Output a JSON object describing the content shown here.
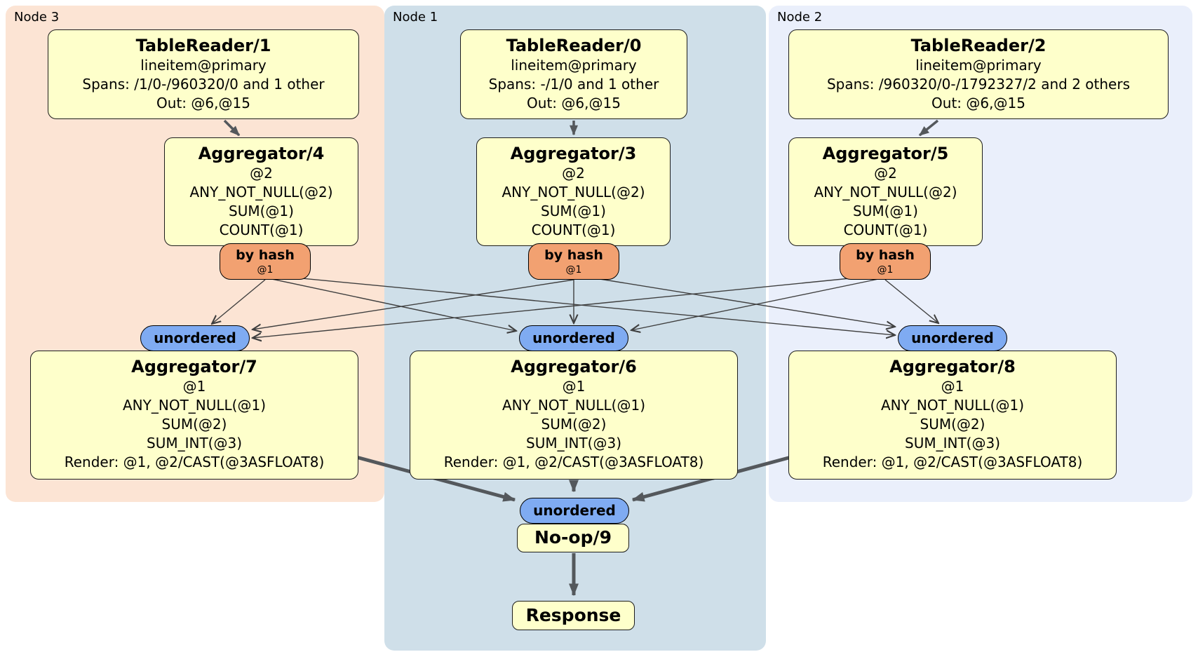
{
  "colors": {
    "node3_bg": "#fce4d4",
    "node1_bg": "#cfdfe9",
    "node2_bg": "#eaeffb",
    "processor_box_bg": "#feffcb",
    "hash_router_pill_bg": "#f2a171",
    "stream_pill_bg": "#7fabf2",
    "edge_color": "#54585c"
  },
  "regions": [
    {
      "label": "Node 3"
    },
    {
      "label": "Node 1"
    },
    {
      "label": "Node 2"
    }
  ],
  "pills": {
    "by_hash": "by hash",
    "by_hash_key": "@1",
    "unordered": "unordered"
  },
  "boxes": {
    "tr1": {
      "title": "TableReader/1",
      "lines": [
        "lineitem@primary",
        "Spans: /1/0-/960320/0 and 1 other",
        "Out: @6,@15"
      ]
    },
    "tr0": {
      "title": "TableReader/0",
      "lines": [
        "lineitem@primary",
        "Spans: -/1/0 and 1 other",
        "Out: @6,@15"
      ]
    },
    "tr2": {
      "title": "TableReader/2",
      "lines": [
        "lineitem@primary",
        "Spans: /960320/0-/1792327/2 and 2 others",
        "Out: @6,@15"
      ]
    },
    "agg4": {
      "title": "Aggregator/4",
      "lines": [
        "@2",
        "ANY_NOT_NULL(@2)",
        "SUM(@1)",
        "COUNT(@1)"
      ]
    },
    "agg3": {
      "title": "Aggregator/3",
      "lines": [
        "@2",
        "ANY_NOT_NULL(@2)",
        "SUM(@1)",
        "COUNT(@1)"
      ]
    },
    "agg5": {
      "title": "Aggregator/5",
      "lines": [
        "@2",
        "ANY_NOT_NULL(@2)",
        "SUM(@1)",
        "COUNT(@1)"
      ]
    },
    "agg7": {
      "title": "Aggregator/7",
      "lines": [
        "@1",
        "ANY_NOT_NULL(@1)",
        "SUM(@2)",
        "SUM_INT(@3)",
        "Render: @1, @2/CAST(@3ASFLOAT8)"
      ]
    },
    "agg6": {
      "title": "Aggregator/6",
      "lines": [
        "@1",
        "ANY_NOT_NULL(@1)",
        "SUM(@2)",
        "SUM_INT(@3)",
        "Render: @1, @2/CAST(@3ASFLOAT8)"
      ]
    },
    "agg8": {
      "title": "Aggregator/8",
      "lines": [
        "@1",
        "ANY_NOT_NULL(@1)",
        "SUM(@2)",
        "SUM_INT(@3)",
        "Render: @1, @2/CAST(@3ASFLOAT8)"
      ]
    },
    "noop": {
      "title": "No-op/9"
    },
    "response": {
      "title": "Response"
    }
  }
}
